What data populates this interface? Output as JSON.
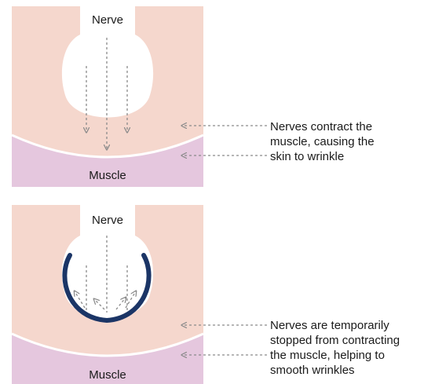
{
  "panel_top": {
    "nerve_label": "Nerve",
    "muscle_label": "Muscle",
    "caption_lines": [
      "Nerves contract the",
      "muscle, causing the",
      "skin to wrinkle"
    ]
  },
  "panel_bottom": {
    "nerve_label": "Nerve",
    "muscle_label": "Muscle",
    "caption_lines": [
      "Nerves are temporarily",
      "stopped from contracting",
      "the muscle, helping to",
      "smooth wrinkles"
    ]
  },
  "colors": {
    "skin": "#f5d7cd",
    "muscle": "#e5c7de",
    "nerve": "#ffffff",
    "block_ring": "#1b3566",
    "arrow": "#8a8a8a",
    "text": "#1a1a1a"
  }
}
